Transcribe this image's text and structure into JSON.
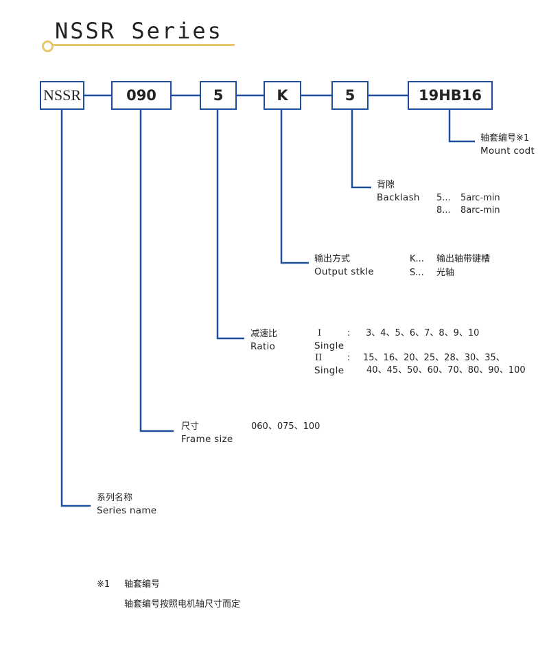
{
  "title": "NSSR Series",
  "colors": {
    "line": "#1f4f9c",
    "accent": "#e8c66a"
  },
  "code": [
    "NSSR",
    "090",
    "5",
    "K",
    "5",
    "19HB16"
  ],
  "mount": {
    "cn": "轴套编号※1",
    "en": "Mount codt"
  },
  "backlash": {
    "cn": "背隙",
    "en": "Backlash",
    "options": [
      {
        "k": "5...",
        "v": "5arc-min"
      },
      {
        "k": "8...",
        "v": "8arc-min"
      }
    ]
  },
  "output": {
    "cn": "输出方式",
    "en": "Output stkle",
    "options": [
      {
        "k": "K...",
        "v": "输出轴带键槽"
      },
      {
        "k": "S...",
        "v": "光轴"
      }
    ]
  },
  "ratio": {
    "cn": "减速比",
    "en": "Ratio",
    "s1": "I",
    "s1_en": "Single",
    "colon": ":",
    "v1": "3、4、5、6、7、8、9、10",
    "s2": "II",
    "s2_en": "Single",
    "v2a": "15、16、20、25、28、30、35、",
    "v2b": "40、45、50、60、70、80、90、100"
  },
  "frame": {
    "cn": "尺寸",
    "en": "Frame size",
    "values": "060、075、100"
  },
  "series": {
    "cn": "系列名称",
    "en": "Series name"
  },
  "note": {
    "mark": "※1",
    "title": "轴套编号",
    "text": "轴套编号按照电机轴尺寸而定"
  }
}
